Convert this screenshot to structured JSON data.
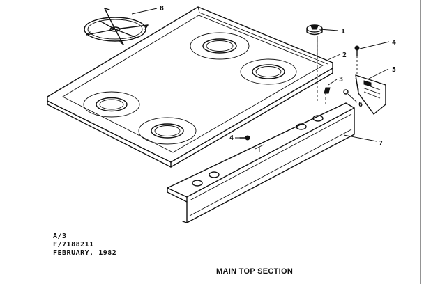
{
  "diagram": {
    "caption": "MAIN TOP SECTION",
    "document_info": {
      "line1": "A/3",
      "line2": "F/7188211",
      "line3": "FEBRUARY, 1982"
    },
    "callouts": [
      "1",
      "2",
      "3",
      "4",
      "5",
      "6",
      "7",
      "8",
      "4"
    ]
  }
}
